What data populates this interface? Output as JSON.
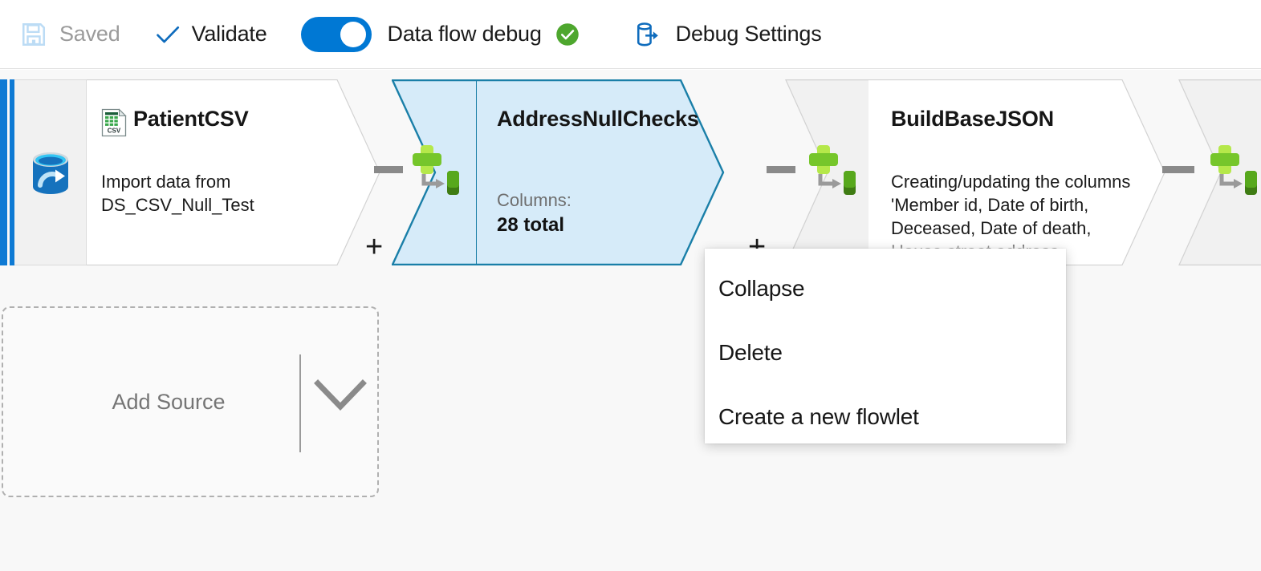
{
  "toolbar": {
    "save_label": "Saved",
    "save_icon": "save-icon",
    "validate_label": "Validate",
    "validate_icon": "checkmark-icon",
    "debug_toggle": {
      "label": "Data flow debug",
      "state": "on",
      "status_icon": "green-check-circle-icon"
    },
    "debug_settings_label": "Debug Settings",
    "debug_settings_icon": "database-export-icon"
  },
  "canvas": {
    "nodes": [
      {
        "name": "PatientCSV",
        "type_icon": "source-database-icon",
        "file_icon": "csv-file-icon",
        "description": "Import data from\nDS_CSV_Null_Test",
        "selected": false,
        "kind": "source"
      },
      {
        "name": "AddressNullChecks",
        "type_icon": "derived-column-icon",
        "columns_label": "Columns:",
        "columns_value": "28 total",
        "selected": true,
        "kind": "derived-column"
      },
      {
        "name": "BuildBaseJSON",
        "type_icon": "derived-column-icon",
        "description": "Creating/updating the columns 'Member id, Date of birth, Deceased, Date of death, House street address,",
        "selected": false,
        "kind": "derived-column"
      },
      {
        "name": "",
        "type_icon": "derived-column-icon",
        "selected": false,
        "kind": "derived-column"
      }
    ],
    "add_source": {
      "label": "Add Source",
      "chevron_icon": "chevron-down-icon"
    },
    "connector_plus_label": "+"
  },
  "context_menu": {
    "items": [
      {
        "label": "Collapse"
      },
      {
        "label": "Delete"
      },
      {
        "label": "Create a new flowlet"
      }
    ]
  },
  "colors": {
    "accent_blue": "#0078d4",
    "selected_fill": "#d6ebf9",
    "selected_border": "#1a7fa8",
    "status_green": "#5aa72a",
    "canvas_bg": "#f8f8f8"
  }
}
